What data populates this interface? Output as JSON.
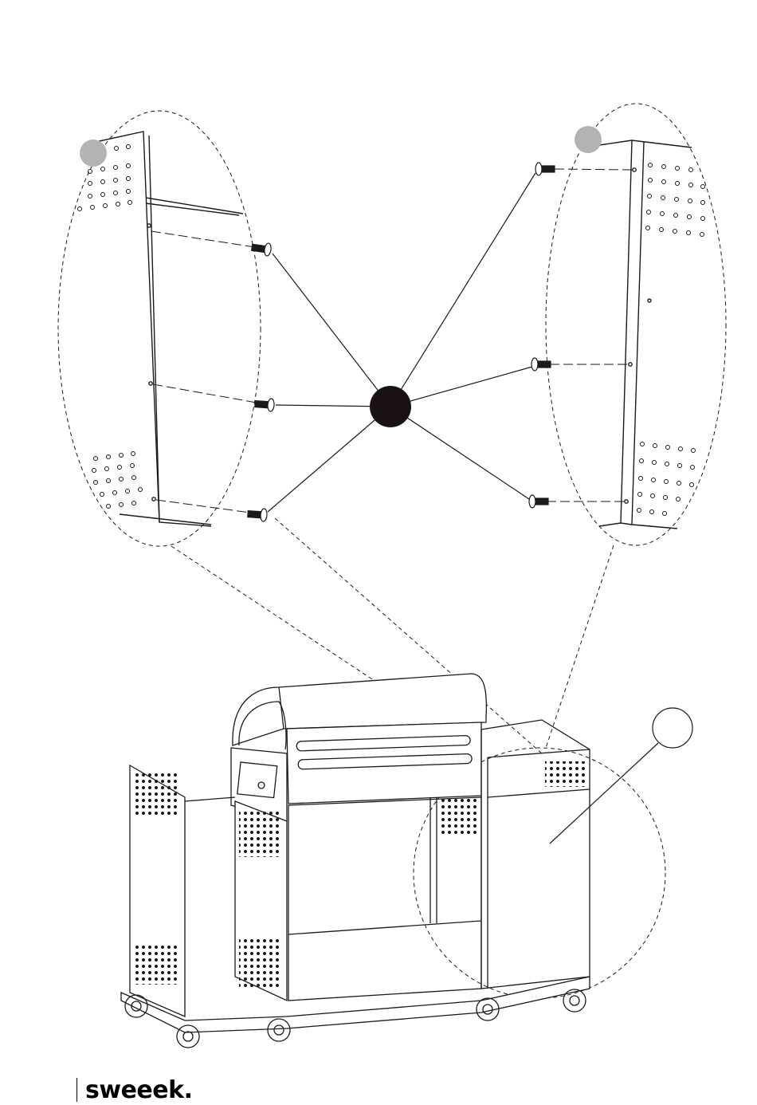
{
  "brand": {
    "logo_text": "sweeek."
  },
  "colors": {
    "line": "#1a1a1a",
    "marker_grey": "#b3b3b3",
    "hub": "#1a1212",
    "background": "#ffffff"
  },
  "diagram": {
    "type": "assembly-exploded-view",
    "step_markers": [
      {
        "id": "left-detail-marker",
        "style": "grey-filled"
      },
      {
        "id": "right-detail-marker",
        "style": "grey-filled"
      },
      {
        "id": "grill-callout-marker",
        "style": "outline"
      }
    ],
    "screw_count": 6,
    "hub": "black-dot"
  }
}
